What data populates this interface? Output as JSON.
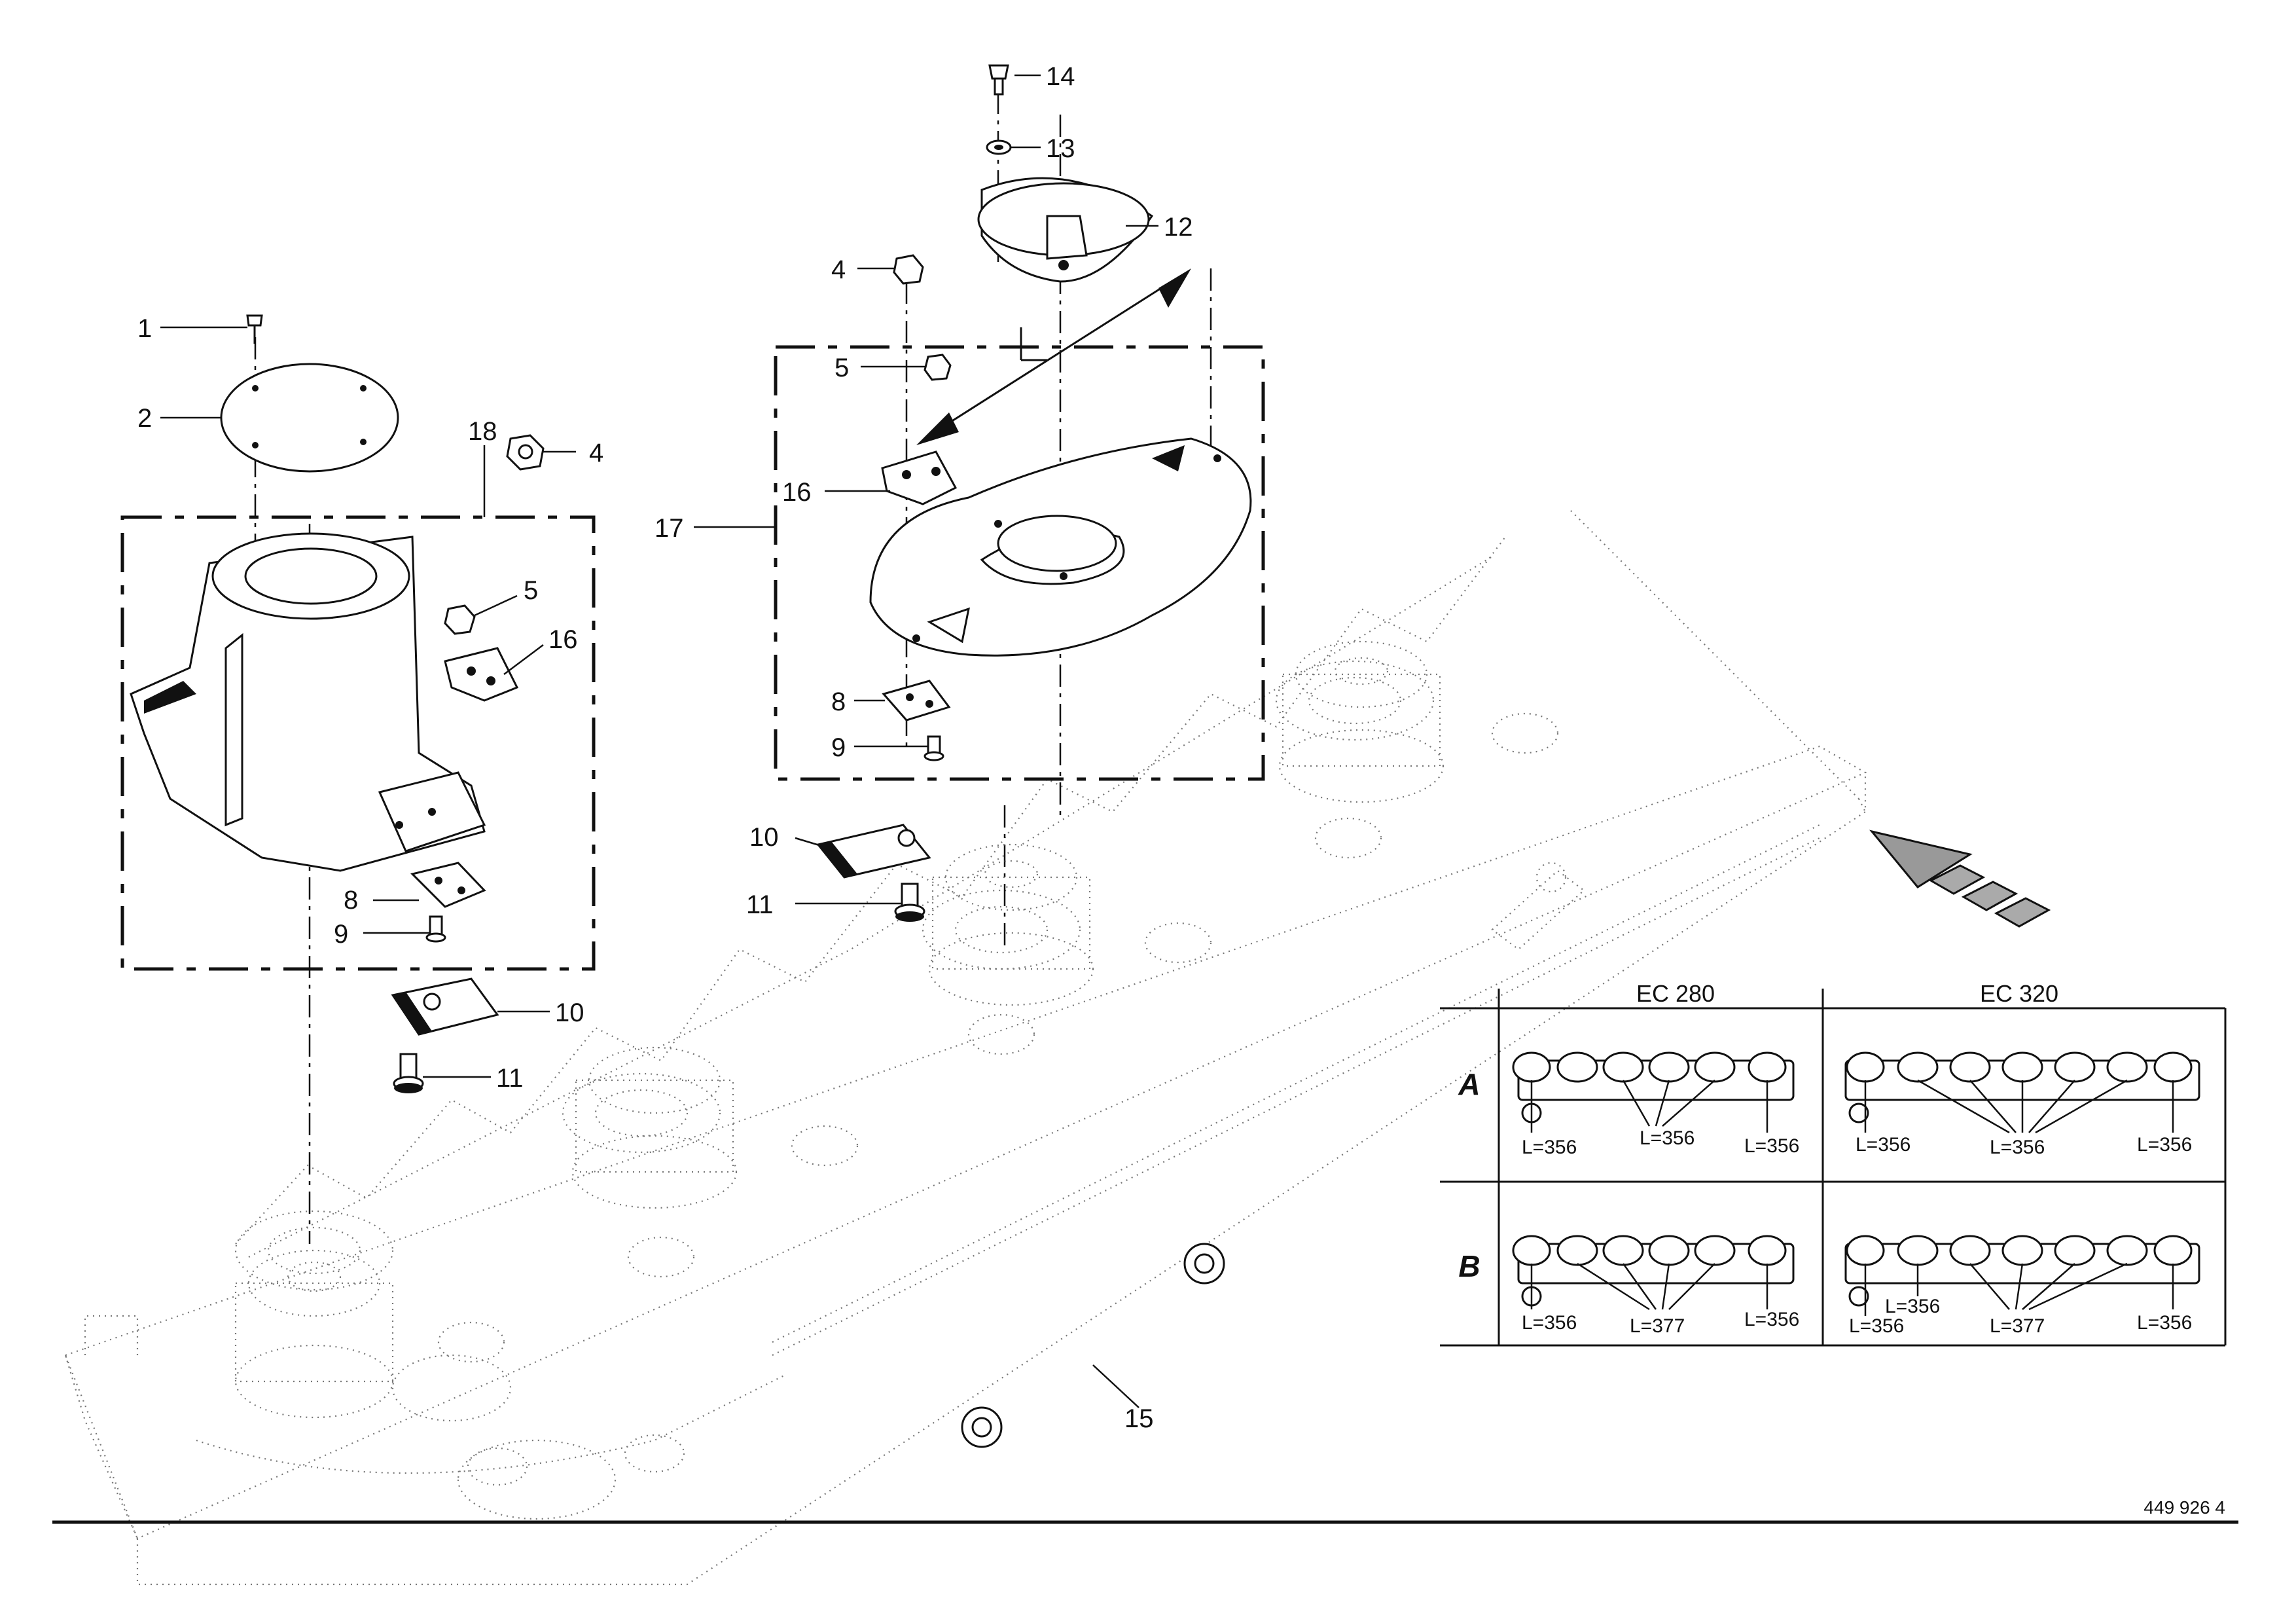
{
  "callouts": [
    {
      "id": "c1",
      "label": "1"
    },
    {
      "id": "c2",
      "label": "2"
    },
    {
      "id": "c18",
      "label": "18"
    },
    {
      "id": "c4a",
      "label": "4"
    },
    {
      "id": "c5a",
      "label": "5"
    },
    {
      "id": "c16a",
      "label": "16"
    },
    {
      "id": "c8a",
      "label": "8"
    },
    {
      "id": "c9a",
      "label": "9"
    },
    {
      "id": "c10a",
      "label": "10"
    },
    {
      "id": "c11a",
      "label": "11"
    },
    {
      "id": "c14",
      "label": "14"
    },
    {
      "id": "c13",
      "label": "13"
    },
    {
      "id": "c12",
      "label": "12"
    },
    {
      "id": "c4b",
      "label": "4"
    },
    {
      "id": "c5b",
      "label": "5"
    },
    {
      "id": "c16b",
      "label": "16"
    },
    {
      "id": "c17",
      "label": "17"
    },
    {
      "id": "c8b",
      "label": "8"
    },
    {
      "id": "c9b",
      "label": "9"
    },
    {
      "id": "c10b",
      "label": "10"
    },
    {
      "id": "c11b",
      "label": "11"
    },
    {
      "id": "c15",
      "label": "15"
    }
  ],
  "table": {
    "columns": [
      "EC 280",
      "EC 320"
    ],
    "rows": [
      {
        "label": "A",
        "ec280": {
          "left": "L=356",
          "mid": "L=356",
          "right": "L=356"
        },
        "ec320": {
          "left": "L=356",
          "mid": "L=356",
          "right": "L=356"
        }
      },
      {
        "label": "B",
        "ec280": {
          "left": "L=356",
          "mid": "L=377",
          "right": "L=356"
        },
        "ec320": {
          "left": "L=356",
          "left2": "L=356",
          "mid": "L=377",
          "right": "L=356"
        }
      }
    ]
  },
  "document_number": "449 926 4"
}
